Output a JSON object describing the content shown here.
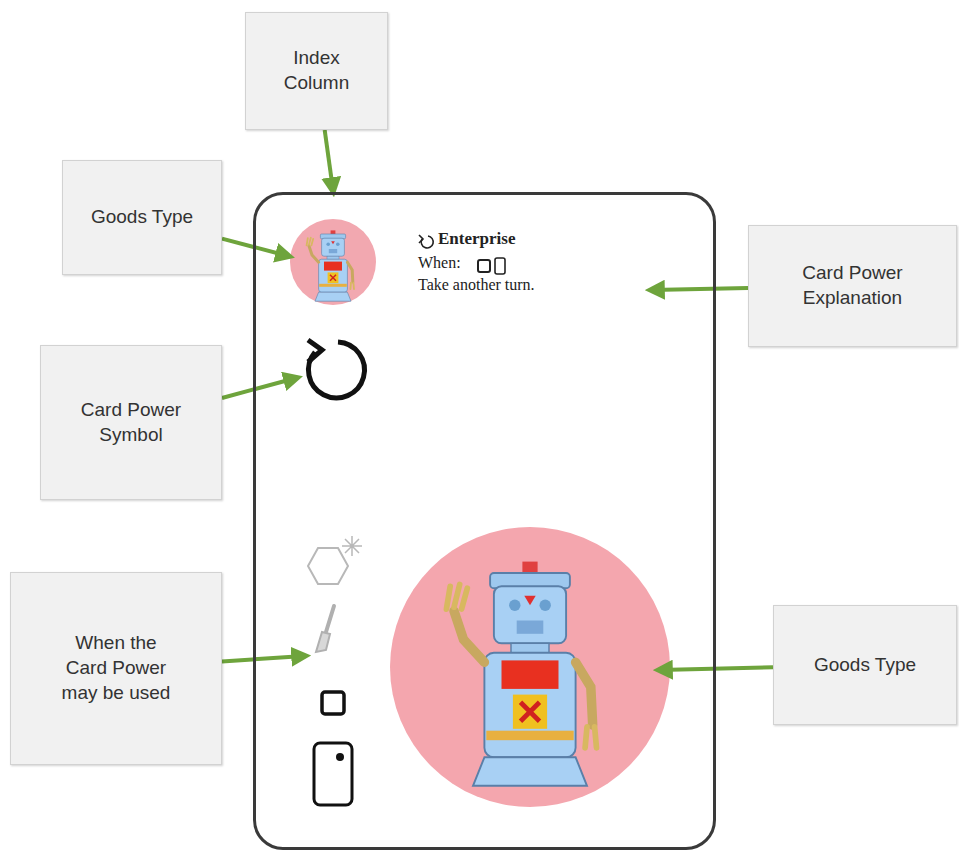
{
  "diagram": {
    "nodes": [
      {
        "text": [
          "Index Column"
        ]
      },
      {
        "text": [
          "Goods Type"
        ]
      },
      {
        "text": [
          "Enterprise",
          "When:",
          "Take another turn."
        ]
      },
      {
        "text": [
          "Card Power Explanation"
        ]
      },
      {
        "text": [
          "Card Power Symbol"
        ]
      },
      {
        "text": [
          "When the Card Power may be used"
        ]
      },
      {
        "text": [
          "Goods Type"
        ]
      }
    ],
    "edges": [
      {
        "from": 0,
        "to": 2,
        "arrow": "to"
      },
      {
        "from": 1,
        "to": 2,
        "arrow": "to"
      },
      {
        "from": 3,
        "to": 2,
        "arrow": "to"
      },
      {
        "from": 4,
        "to": 2,
        "arrow": "to"
      },
      {
        "from": 5,
        "to": 2,
        "arrow": "to"
      },
      {
        "from": 6,
        "to": 2,
        "arrow": "to"
      }
    ]
  }
}
